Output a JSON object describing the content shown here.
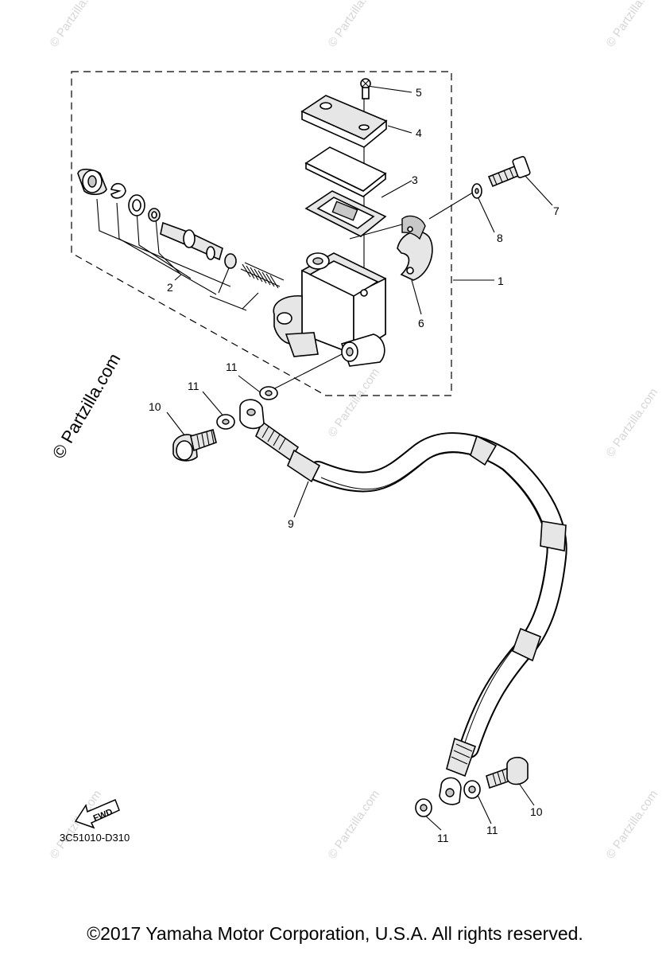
{
  "callouts": {
    "c1": "1",
    "c2": "2",
    "c3": "3",
    "c4": "4",
    "c5": "5",
    "c6": "6",
    "c7": "7",
    "c8": "8",
    "c9": "9",
    "c10a": "10",
    "c10b": "10",
    "c11a": "11",
    "c11b": "11",
    "c11c": "11",
    "c11d": "11"
  },
  "watermark": {
    "main": "© Partzilla.com",
    "small": "© Partzilla.com"
  },
  "fwd_label": "FWD",
  "diagram_code": "3C51010-D310",
  "copyright": "©2017 Yamaha Motor Corporation, U.S.A. All rights reserved."
}
